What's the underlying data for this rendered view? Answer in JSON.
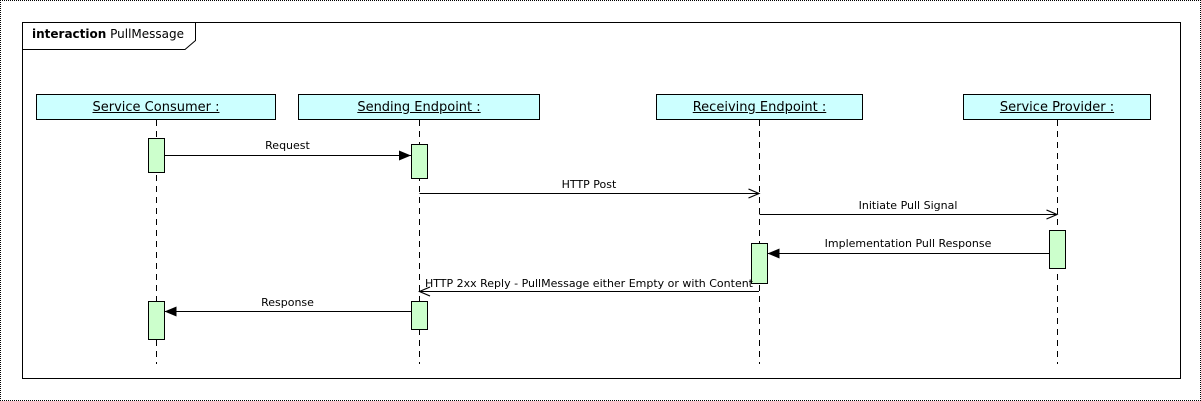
{
  "frame": {
    "keyword": "interaction",
    "title": "PullMessage"
  },
  "participants": [
    {
      "label": "Service Consumer :"
    },
    {
      "label": "Sending Endpoint :"
    },
    {
      "label": "Receiving Endpoint :"
    },
    {
      "label": "Service Provider :"
    }
  ],
  "messages": [
    {
      "label": "Request",
      "from": "Service Consumer",
      "to": "Sending Endpoint",
      "arrowhead": "filled"
    },
    {
      "label": "HTTP Post",
      "from": "Sending Endpoint",
      "to": "Receiving Endpoint",
      "arrowhead": "open"
    },
    {
      "label": "Initiate Pull Signal",
      "from": "Receiving Endpoint",
      "to": "Service Provider",
      "arrowhead": "open"
    },
    {
      "label": "Implementation Pull Response",
      "from": "Service Provider",
      "to": "Receiving Endpoint",
      "arrowhead": "filled"
    },
    {
      "label": "HTTP 2xx Reply - PullMessage either Empty or with Content",
      "from": "Receiving Endpoint",
      "to": "Sending Endpoint",
      "arrowhead": "open"
    },
    {
      "label": "Response",
      "from": "Sending Endpoint",
      "to": "Service Consumer",
      "arrowhead": "filled"
    }
  ],
  "colors": {
    "participant_fill": "#ccffff",
    "activation_fill": "#ccffcc",
    "line": "#000000",
    "background": "#ffffff"
  }
}
